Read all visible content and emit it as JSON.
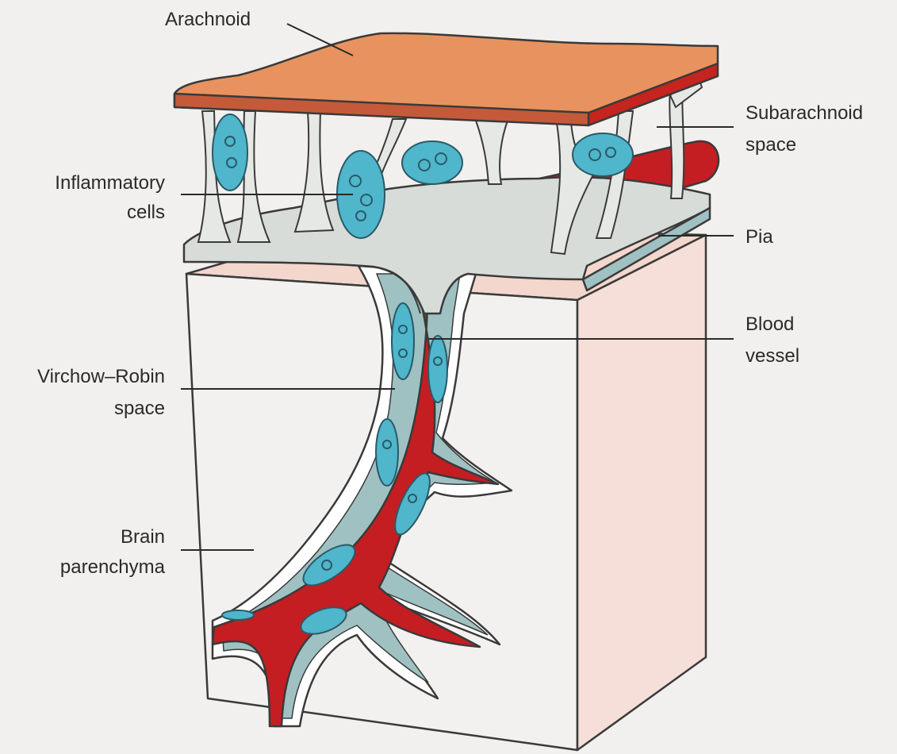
{
  "labels": {
    "arachnoid": "Arachnoid",
    "subarachnoid_line1": "Subarachnoid",
    "subarachnoid_line2": "space",
    "inflammatory_line1": "Inflammatory",
    "inflammatory_line2": "cells",
    "pia": "Pia",
    "blood_line1": "Blood",
    "blood_line2": "vessel",
    "virchow_line1": "Virchow–Robin",
    "virchow_line2": "space",
    "brain_line1": "Brain",
    "brain_line2": "parenchyma"
  },
  "colors": {
    "background": "#f1f0ee",
    "arachnoid": "#e8935f",
    "blood_vessel": "#c41e22",
    "inflammatory_cell": "#4fb6cc",
    "pia_membrane": "#d8dcd8",
    "virchow_robin_space": "#9fc1c2",
    "parenchyma_front": "#f3f1ef",
    "parenchyma_side": "#f5dfd8"
  }
}
